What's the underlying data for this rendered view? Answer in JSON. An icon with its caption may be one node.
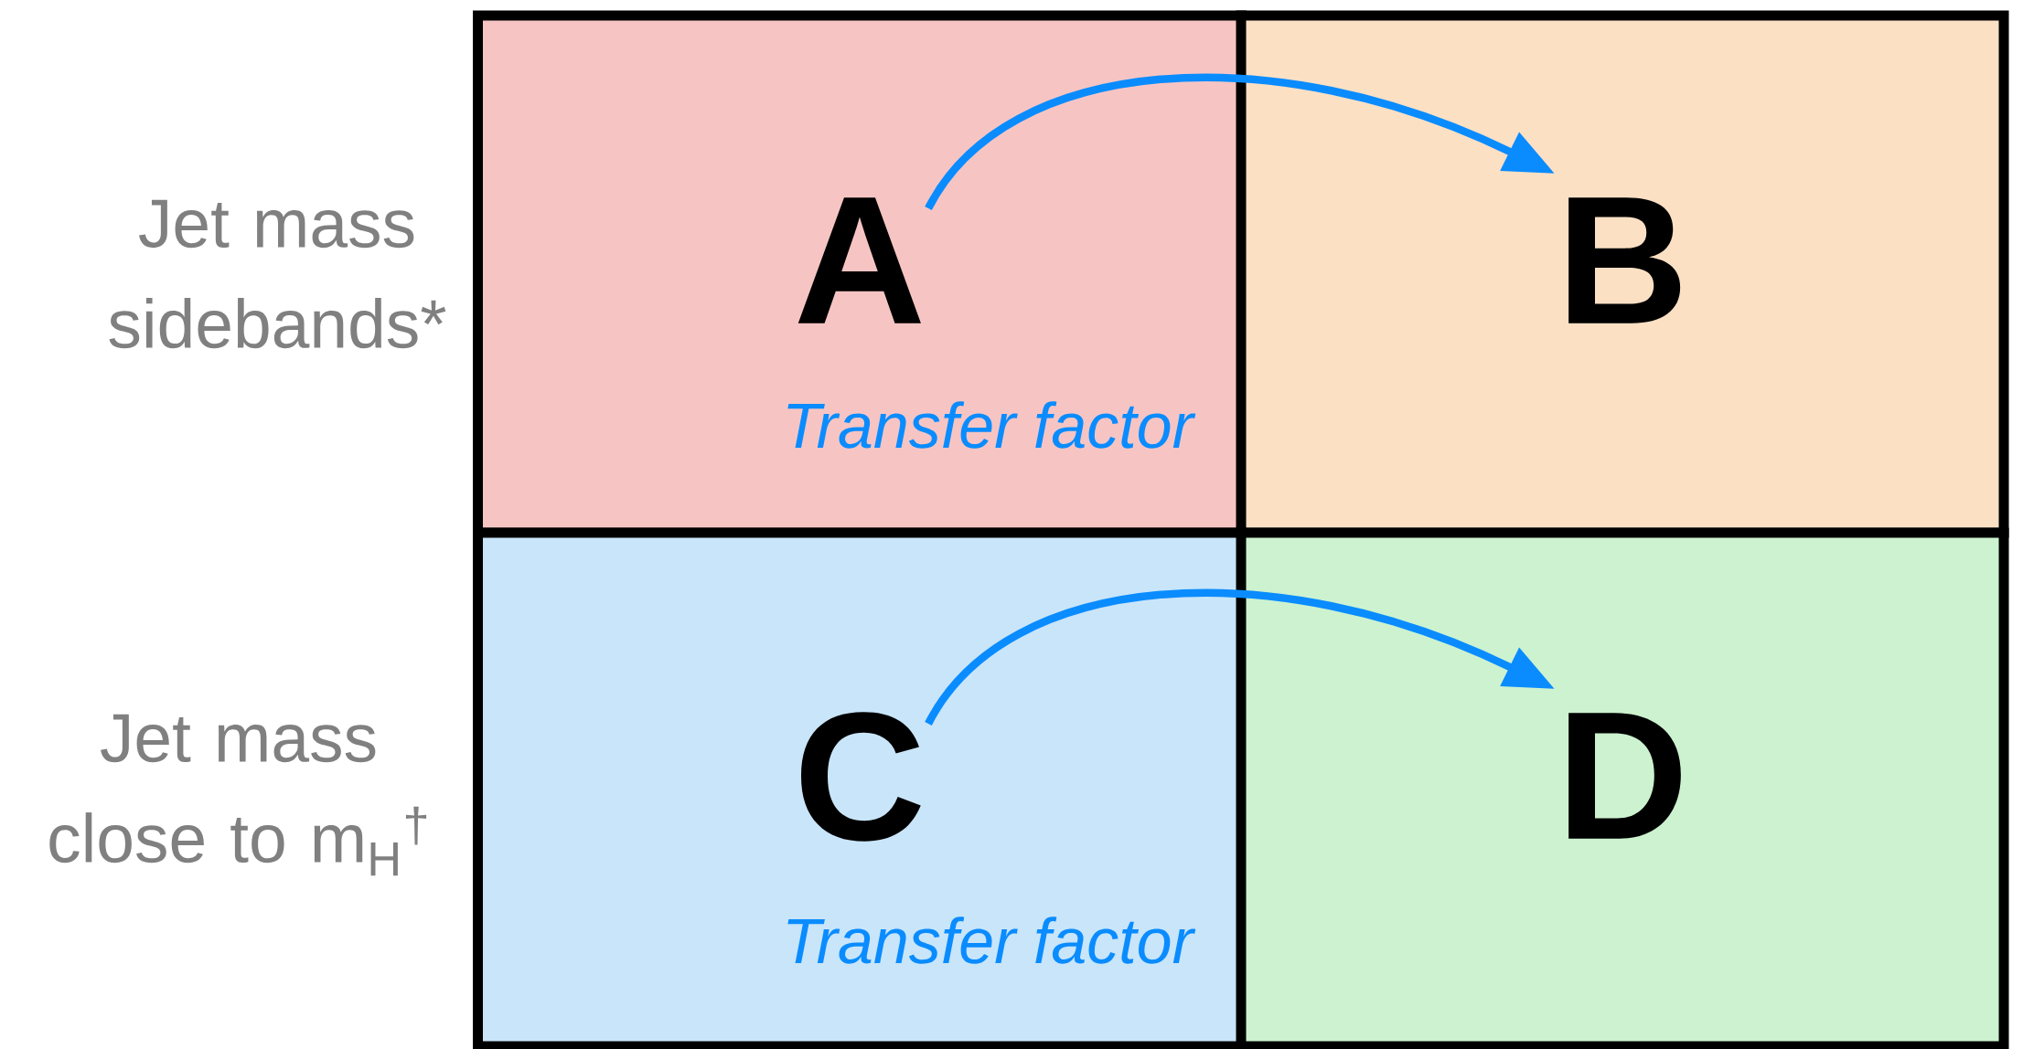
{
  "diagram": {
    "nodes": [
      {
        "text": [
          "A"
        ]
      },
      {
        "text": [
          "B"
        ]
      },
      {
        "text": [
          "C"
        ]
      },
      {
        "text": [
          "D"
        ]
      }
    ],
    "edges": [
      {
        "from": 0,
        "to": 1,
        "arrow": "to",
        "label": "Transfer factor"
      },
      {
        "from": 2,
        "to": 3,
        "arrow": "to",
        "label": "Transfer factor"
      }
    ],
    "labels": [
      "Jet mass sidebands*",
      "Jet mass close to m$_{H}$$^{†}$"
    ]
  }
}
